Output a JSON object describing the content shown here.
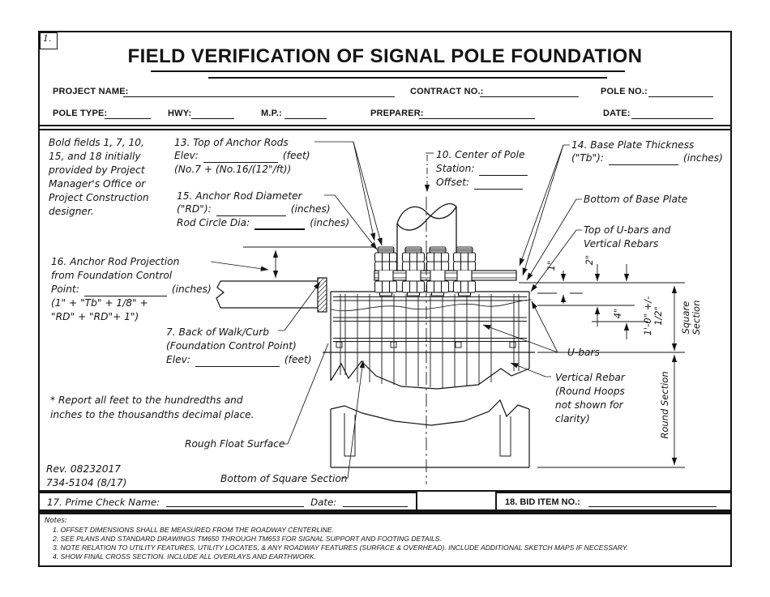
{
  "form": {
    "corner_number": "1.",
    "title": "FIELD VERIFICATION OF SIGNAL POLE FOUNDATION"
  },
  "header": {
    "project_name": "PROJECT NAME:",
    "contract_no": "CONTRACT NO.:",
    "pole_no": "POLE NO.:",
    "pole_type": "POLE TYPE:",
    "hwy": "HWY:",
    "mp": "M.P.:",
    "preparer": "PREPARER:",
    "date": "DATE:"
  },
  "diagram": {
    "provider_note": [
      "Bold fields 1, 7, 10,",
      "15, and 18 initially",
      "provided by Project",
      "Manager's Office or",
      "Project Construction",
      "designer."
    ],
    "anchor_top": {
      "title": "13. Top of Anchor Rods",
      "elev": "Elev:",
      "feet": "(feet)",
      "formula": "(No.7 + (No.16/(12\"/ft))"
    },
    "rod_diameter": {
      "title": "15. Anchor Rod Diameter",
      "rd": "(\"RD\"):",
      "inches": "(inches)",
      "rod_circle": "Rod Circle Dia:",
      "inches2": "(inches)"
    },
    "center_of_pole": {
      "title": "10. Center of Pole",
      "station": "Station:",
      "offset": "Offset:"
    },
    "base_plate": {
      "title": "14. Base Plate Thickness",
      "tb": "(\"Tb\"):",
      "inches": "(inches)"
    },
    "bottom_base_plate": "Bottom of Base Plate",
    "top_ubars": [
      "Top of U-bars and",
      "Vertical Rebars"
    ],
    "rod_projection": {
      "line1": "16. Anchor Rod Projection",
      "line2": "from Foundation Control",
      "point": "Point:",
      "inches": "(inches)",
      "formula1": "(1\" + \"Tb\" + 1/8\" +",
      "formula2": "\"RD\" + \"RD\"+ 1\")"
    },
    "walk_curb": {
      "line1": "7. Back of Walk/Curb",
      "line2": "(Foundation Control Point)",
      "elev": "Elev:",
      "feet": "(feet)"
    },
    "ubars": "U-bars",
    "vertical_rebar": [
      "Vertical Rebar",
      "(Round Hoops",
      "not shown for",
      "clarity)"
    ],
    "report_note": [
      "* Report all feet to the hundredths and",
      "inches to the thousandths decimal place."
    ],
    "rough_float": "Rough Float Surface",
    "revision": [
      "Rev. 08232017",
      "734-5104 (8/17)"
    ],
    "bottom_square": "Bottom of Square Section",
    "dims": {
      "one": "1\"",
      "two": "2\"",
      "four": "4\"",
      "depth": "1'-0\" +/- 1/2\"",
      "square": "Square Section",
      "round": "Round Section"
    }
  },
  "footer": {
    "prime_check": "17. Prime Check Name:",
    "date": "Date:",
    "bid_item": "18. BID ITEM NO.:"
  },
  "notes": {
    "title": "Notes:",
    "items": [
      "1. OFFSET DIMENSIONS SHALL BE MEASURED FROM THE ROADWAY CENTERLINE.",
      "2. SEE PLANS AND STANDARD DRAWINGS TM650 THROUGH TM653 FOR SIGNAL SUPPORT AND FOOTING DETAILS.",
      "3. NOTE RELATION TO UTILITY FEATURES, UTILITY LOCATES, & ANY ROADWAY FEATURES (SURFACE & OVERHEAD). INCLUDE ADDITIONAL SKETCH MAPS IF NECESSARY.",
      "4. SHOW FINAL CROSS SECTION. INCLUDE ALL OVERLAYS AND EARTHWORK."
    ]
  }
}
